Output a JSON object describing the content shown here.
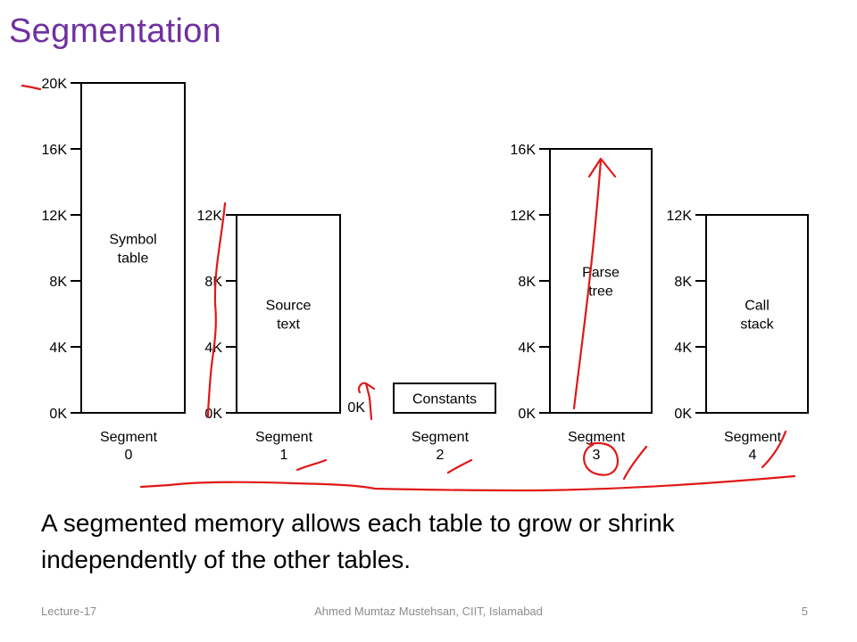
{
  "slide": {
    "title": "Segmentation",
    "body": "A segmented memory allows each table to grow or shrink independently of the other tables.",
    "footer_left": "Lecture-17",
    "footer_center": "Ahmed Mumtaz Mustehsan, CIIT, Islamabad",
    "page_number": "5"
  },
  "segments": [
    {
      "caption": "Segment",
      "number": "0",
      "label": [
        "Symbol",
        "table"
      ],
      "size_k": 20,
      "ticks": [
        "0K",
        "4K",
        "8K",
        "12K",
        "16K",
        "20K"
      ]
    },
    {
      "caption": "Segment",
      "number": "1",
      "label": [
        "Source",
        "text"
      ],
      "size_k": 12,
      "ticks": [
        "0K",
        "4K",
        "8K",
        "12K"
      ]
    },
    {
      "caption": "Segment",
      "number": "2",
      "label": [
        "Constants"
      ],
      "size_k": 1,
      "ticks": [
        "0K"
      ]
    },
    {
      "caption": "Segment",
      "number": "3",
      "label": [
        "Parse",
        "tree"
      ],
      "size_k": 16,
      "ticks": [
        "0K",
        "4K",
        "8K",
        "12K",
        "16K"
      ]
    },
    {
      "caption": "Segment",
      "number": "4",
      "label": [
        "Call",
        "stack"
      ],
      "size_k": 12,
      "ticks": [
        "0K",
        "4K",
        "8K",
        "12K"
      ]
    }
  ],
  "colors": {
    "title": "#7030a0",
    "annotation": "#e01818",
    "footer": "#8c8c8c"
  }
}
